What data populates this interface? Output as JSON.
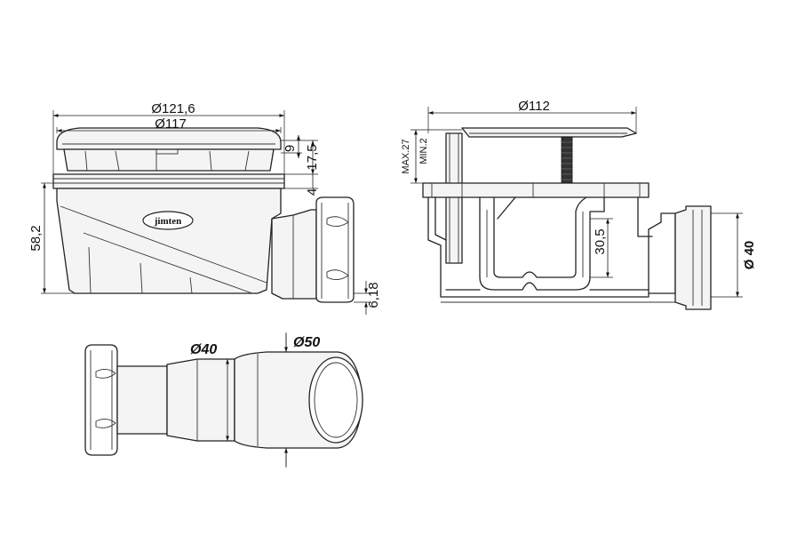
{
  "drawing": {
    "logo": "jimten",
    "side_view": {
      "dim_top_outer": "Ø121,6",
      "dim_top_inner": "Ø117",
      "dim_cap": "9",
      "dim_cap_total": "17,5",
      "dim_flange": "4",
      "dim_height": "58,2",
      "dim_outlet_offset": "6,18"
    },
    "section_view": {
      "dim_width": "Ø112",
      "dim_adjust_max": "MAX.27",
      "dim_adjust_min": "MIN.2",
      "dim_trap": "30,5",
      "dim_outlet": "Ø 40"
    },
    "adapter_view": {
      "dim_inner": "Ø40",
      "dim_outer": "Ø50"
    }
  }
}
